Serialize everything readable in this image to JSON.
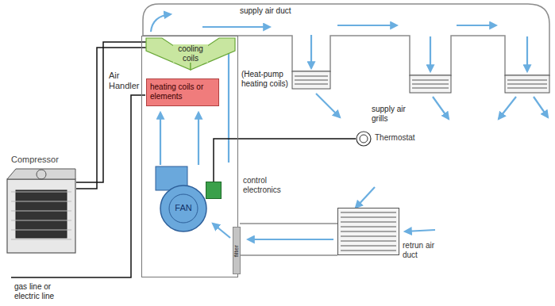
{
  "diagram": {
    "nodes": [
      {
        "text": [
          "Air Handler"
        ]
      },
      {
        "text": [
          "cooling coils"
        ],
        "in": 0
      },
      {
        "text": [
          "heating coils or elements"
        ],
        "in": 0
      },
      {
        "text": [
          "control electronics"
        ],
        "in": 0
      },
      {
        "text": [
          "FAN"
        ],
        "in": 0
      },
      {
        "text": [
          "filter"
        ],
        "in": 0
      },
      {
        "text": [
          "Thermostat"
        ]
      },
      {
        "text": [
          "Compressor"
        ]
      },
      {
        "text": [
          "retrun air duct"
        ]
      }
    ],
    "edges": [
      {
        "from": 7,
        "to": 1,
        "arrow": "none"
      },
      {
        "from": 6,
        "to": 3,
        "arrow": "none"
      }
    ],
    "labels": [
      "supply air duct",
      "(Heat-pump heating coils)",
      "supply air grills",
      "gas line or electric line"
    ]
  }
}
